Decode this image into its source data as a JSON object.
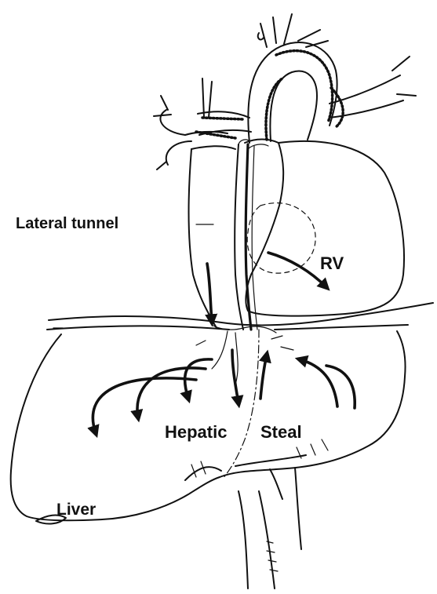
{
  "labels": {
    "lateral_tunnel": "Lateral tunnel",
    "rv": "RV",
    "hepatic": "Hepatic",
    "steal": "Steal",
    "liver": "Liver"
  },
  "colors": {
    "ink": "#111111",
    "background": "#ffffff"
  }
}
